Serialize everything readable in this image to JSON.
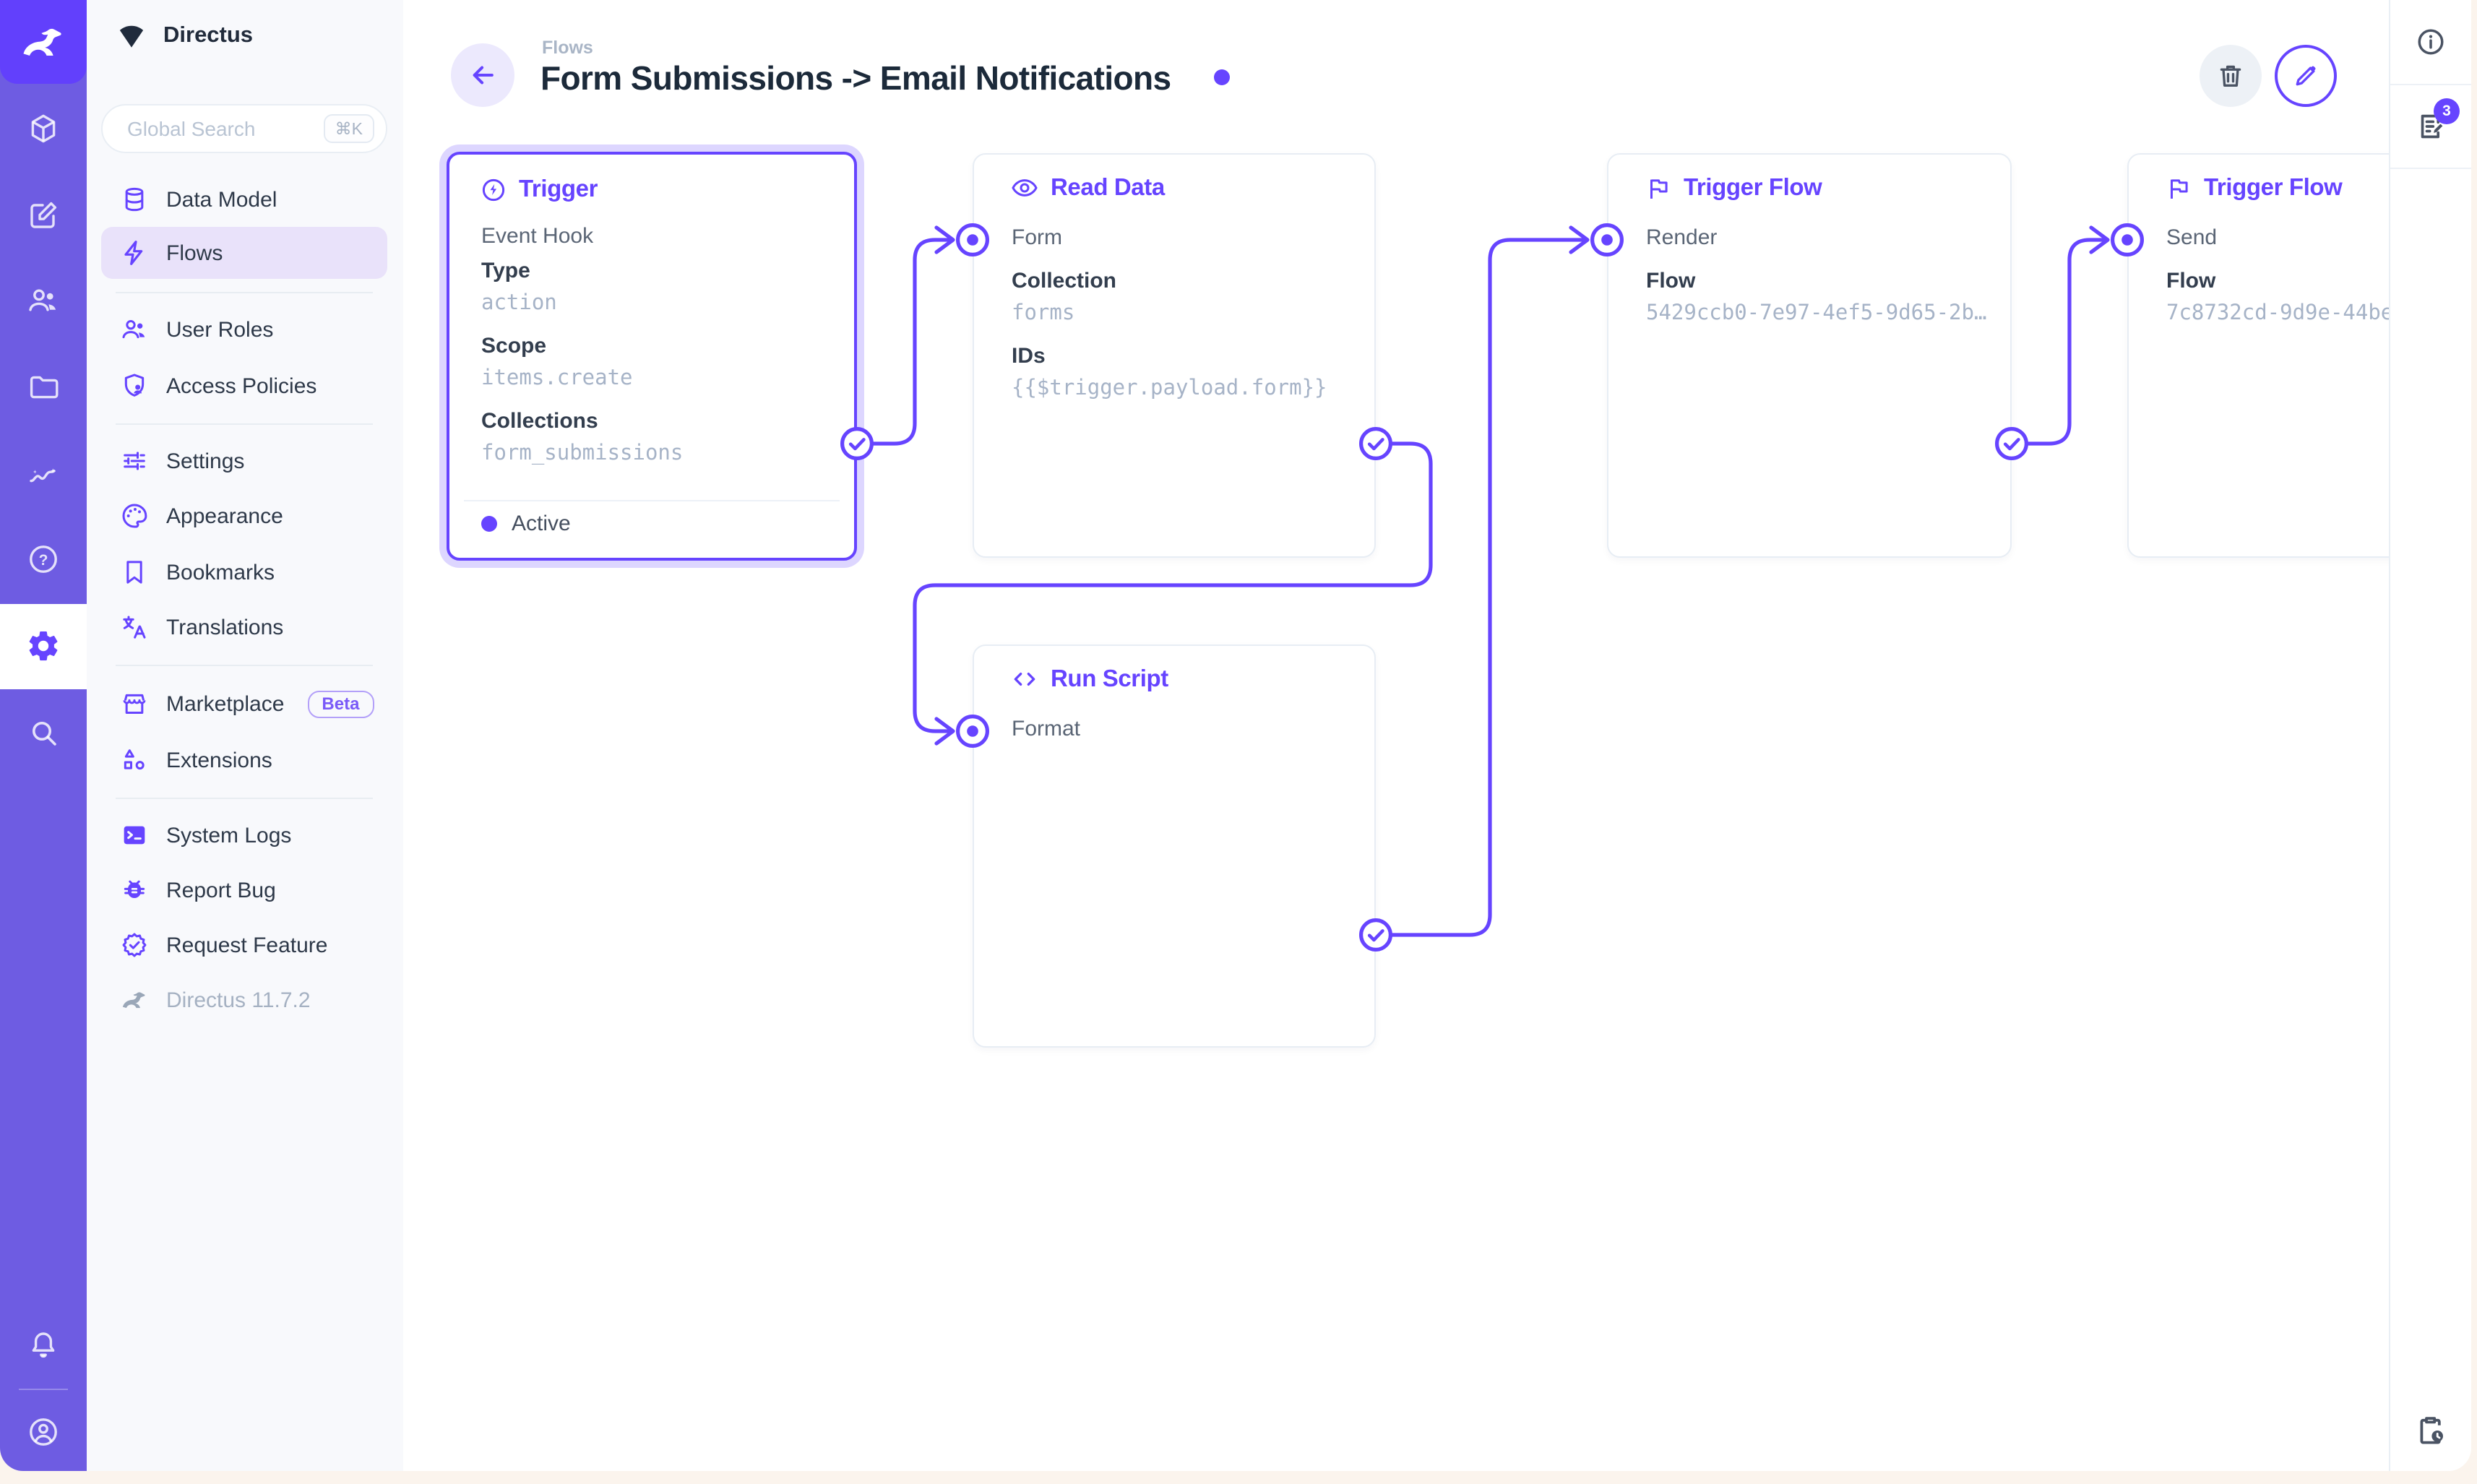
{
  "accent": "#6644FF",
  "project": {
    "name": "Directus"
  },
  "search": {
    "placeholder": "Global Search",
    "shortcut": "⌘K"
  },
  "nav": {
    "items": [
      {
        "label": "Data Model"
      },
      {
        "label": "Flows"
      },
      {
        "label": "User Roles"
      },
      {
        "label": "Access Policies"
      },
      {
        "label": "Settings"
      },
      {
        "label": "Appearance"
      },
      {
        "label": "Bookmarks"
      },
      {
        "label": "Translations"
      },
      {
        "label": "Marketplace",
        "badge": "Beta"
      },
      {
        "label": "Extensions"
      },
      {
        "label": "System Logs"
      },
      {
        "label": "Report Bug"
      },
      {
        "label": "Request Feature"
      }
    ],
    "version": "Directus 11.7.2"
  },
  "header": {
    "breadcrumb": "Flows",
    "title": "Form Submissions -> Email Notifications"
  },
  "rightbar": {
    "notification_count": "3"
  },
  "flow": {
    "nodes": [
      {
        "title": "Trigger",
        "subtitle": "Event Hook",
        "status": "Active",
        "fields": [
          {
            "label": "Type",
            "value": "action"
          },
          {
            "label": "Scope",
            "value": "items.create"
          },
          {
            "label": "Collections",
            "value": "form_submissions"
          }
        ]
      },
      {
        "title": "Read Data",
        "input": "Form",
        "fields": [
          {
            "label": "Collection",
            "value": "forms"
          },
          {
            "label": "IDs",
            "value": "{{$trigger.payload.form}}"
          }
        ]
      },
      {
        "title": "Run Script",
        "input": "Format",
        "fields": []
      },
      {
        "title": "Trigger Flow",
        "input": "Render",
        "fields": [
          {
            "label": "Flow",
            "value": "5429ccb0-7e97-4ef5-9d65-2b…"
          }
        ]
      },
      {
        "title": "Trigger Flow",
        "input": "Send",
        "fields": [
          {
            "label": "Flow",
            "value": "7c8732cd-9d9e-44be"
          }
        ]
      }
    ]
  }
}
